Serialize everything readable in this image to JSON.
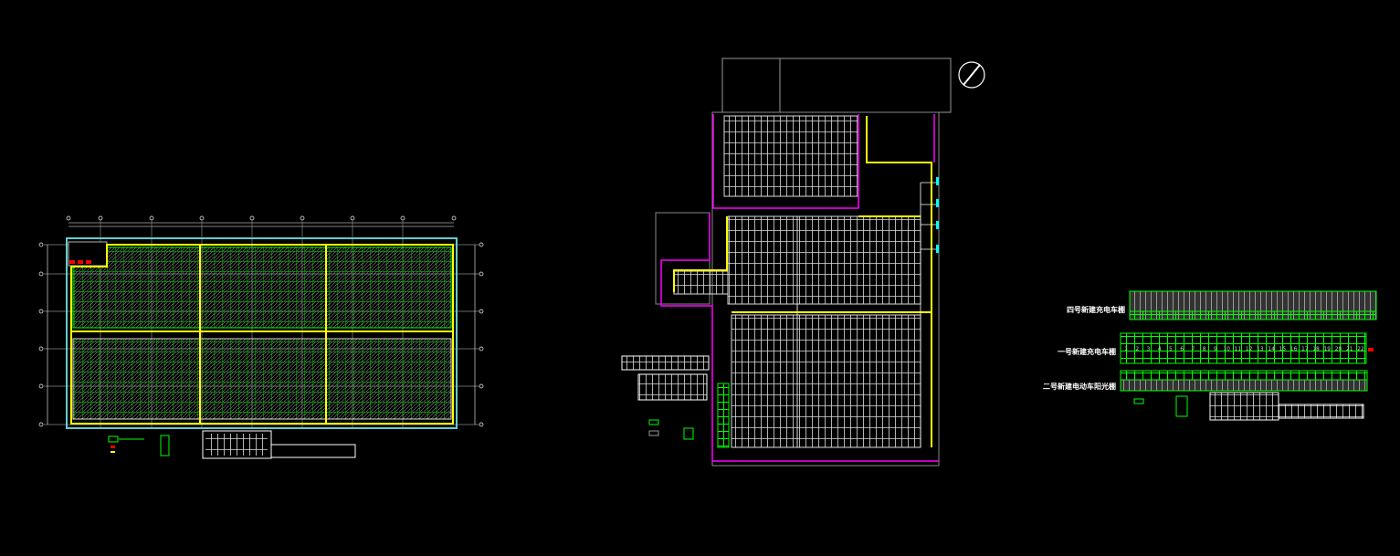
{
  "drawing": {
    "colors": {
      "background": "#000000",
      "panel": "#00ff00",
      "cable": "#ffff00",
      "boundary": "#66cccc",
      "magenta": "#ff00ff",
      "grid": "#cccccc"
    },
    "strips": [
      {
        "label": "四号新建充电车棚"
      },
      {
        "label": "一号新建充电车棚",
        "numbers": [
          "1",
          "2",
          "3",
          "4",
          "5",
          "6",
          "7",
          "8",
          "9",
          "10",
          "11",
          "12",
          "13",
          "14",
          "15",
          "16",
          "17",
          "18",
          "19",
          "20",
          "21",
          "22"
        ]
      },
      {
        "label": "二号新建电动车阳光棚"
      }
    ],
    "compass_icon": "north-arrow"
  }
}
